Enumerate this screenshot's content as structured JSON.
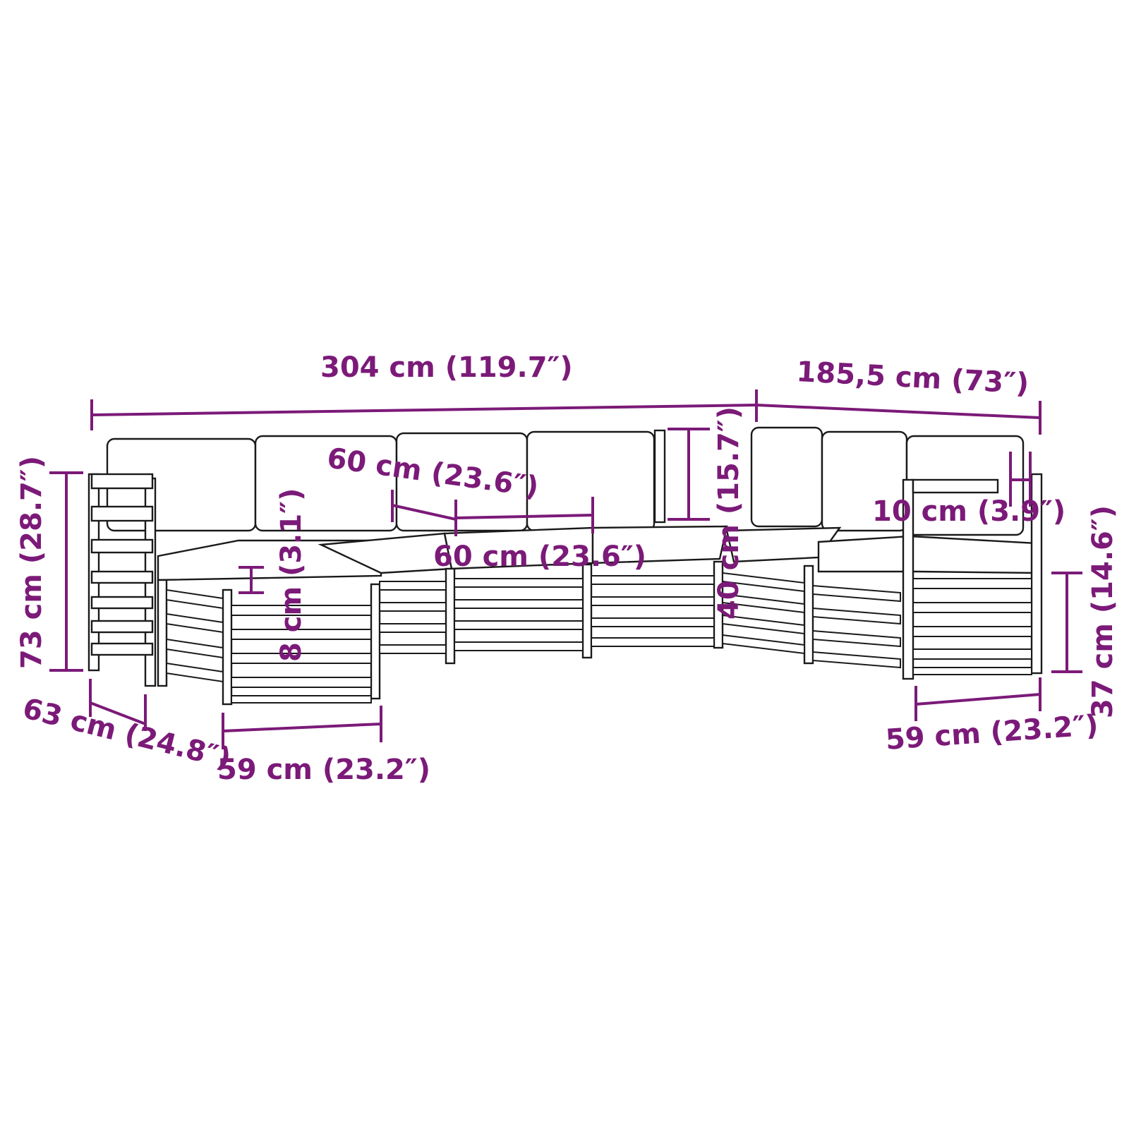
{
  "dimensions": {
    "total_width": "304 cm (119.7″)",
    "side_depth": "185,5 cm (73″)",
    "height_total": "73 cm (28.7″)",
    "armrest_depth": "63 cm (24.8″)",
    "module_width_left": "59 cm (23.2″)",
    "cushion_thickness": "8 cm (3.1″)",
    "back_width": "60 cm (23.6″)",
    "seat_width": "60 cm (23.6″)",
    "back_height": "40 cm (15.7″)",
    "armrest_width": "10 cm (3.9″)",
    "seat_height": "37 cm (14.6″)",
    "module_width_right": "59 cm (23.2″)"
  },
  "colors": {
    "dimension": "#7b1a78",
    "outline": "#1a1a1a"
  }
}
